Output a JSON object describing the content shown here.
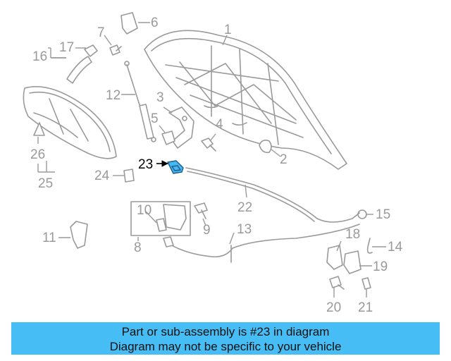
{
  "callouts": [
    "1",
    "2",
    "3",
    "4",
    "5",
    "6",
    "7",
    "8",
    "9",
    "10",
    "11",
    "12",
    "13",
    "14",
    "15",
    "16",
    "17",
    "18",
    "19",
    "20",
    "21",
    "22",
    "23",
    "24",
    "25",
    "26"
  ],
  "highlight_color": "#47bdf5",
  "banner": {
    "line1": "Part or sub-assembly is #23 in diagram",
    "line2": "Diagram may not be specific to your vehicle"
  }
}
